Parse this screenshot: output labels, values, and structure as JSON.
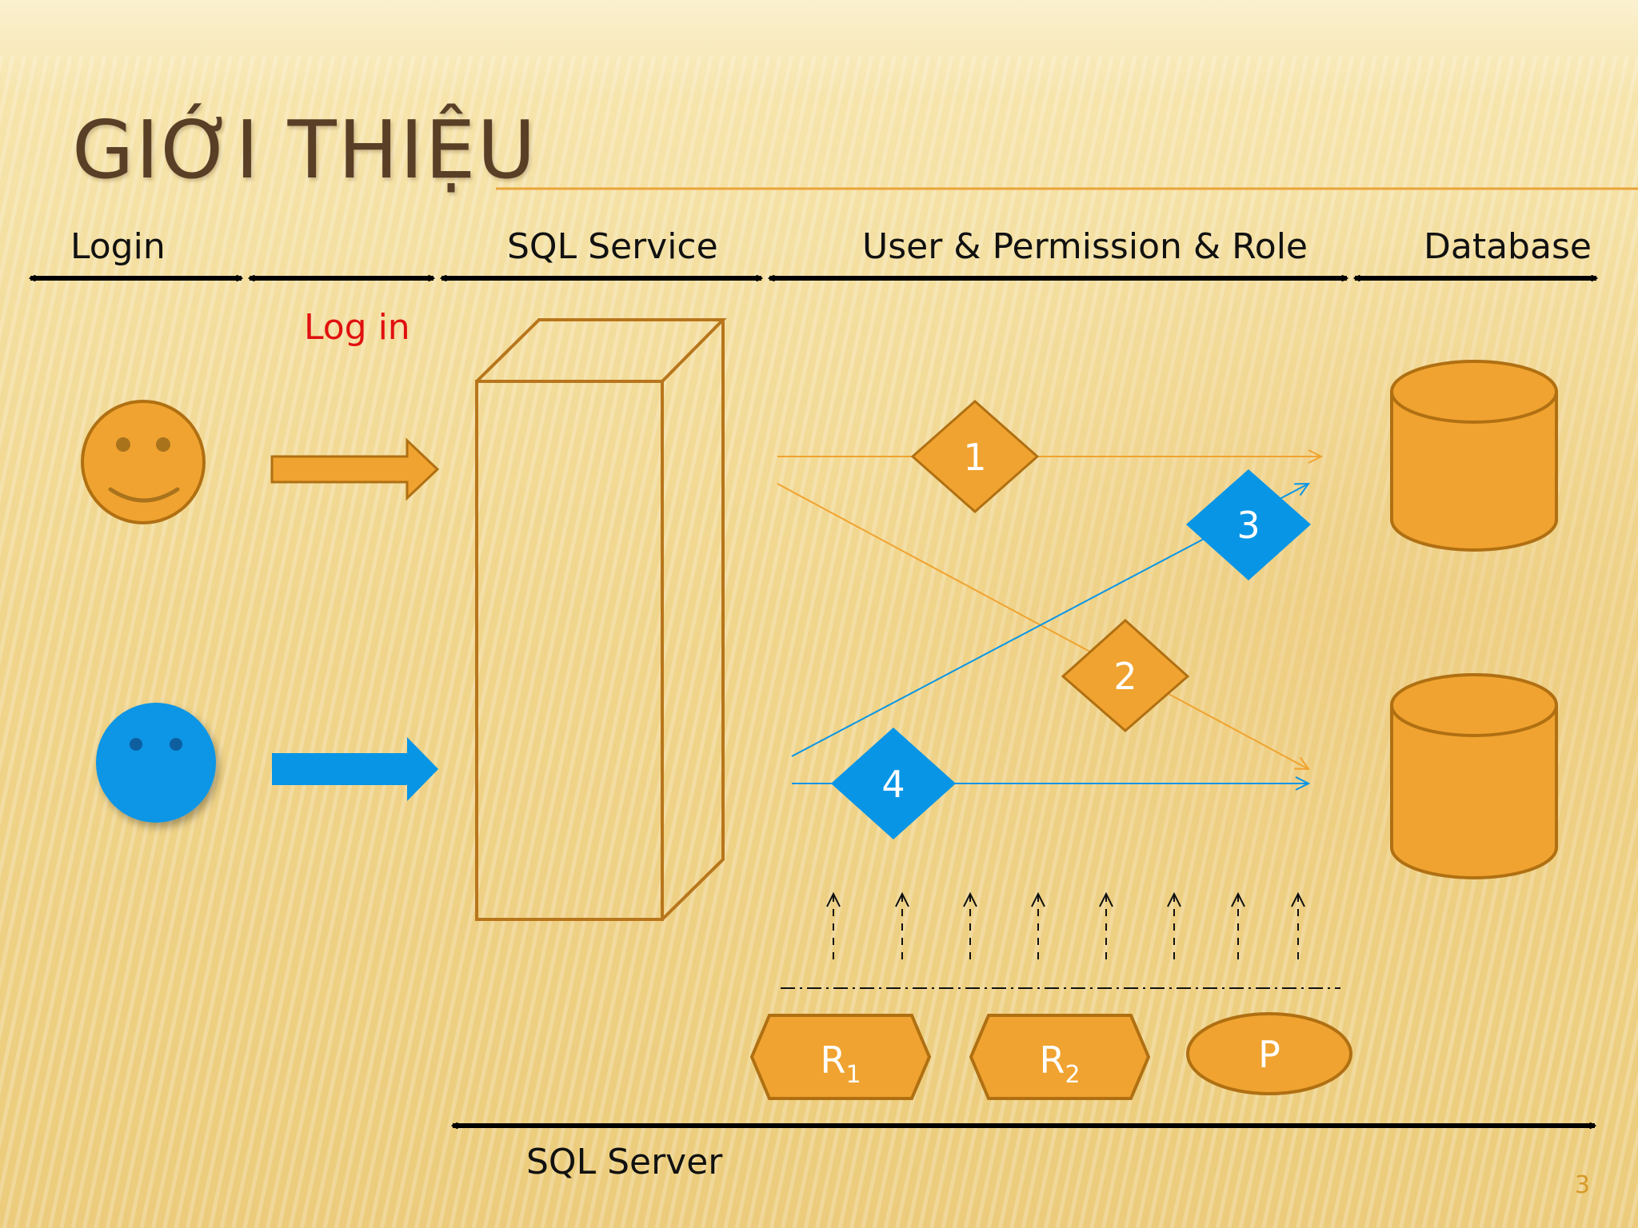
{
  "slide": {
    "title": "GIỚI THIỆU",
    "page_number": "3"
  },
  "sections": {
    "login": "Login",
    "sql_service": "SQL Service",
    "user_permission_role": "User & Permission & Role",
    "database": "Database",
    "sql_server": "SQL Server"
  },
  "arrow_label": "Log in",
  "nodes": {
    "d1": "1",
    "d2": "2",
    "d3": "3",
    "d4": "4",
    "r1": "R",
    "r1_sub": "1",
    "r2": "R",
    "r2_sub": "2",
    "p": "P"
  },
  "colors": {
    "orange": "#f0a330",
    "orange_stroke": "#b07012",
    "blue": "#0895e6",
    "red_label": "#e01010",
    "background": "#f1d690"
  }
}
